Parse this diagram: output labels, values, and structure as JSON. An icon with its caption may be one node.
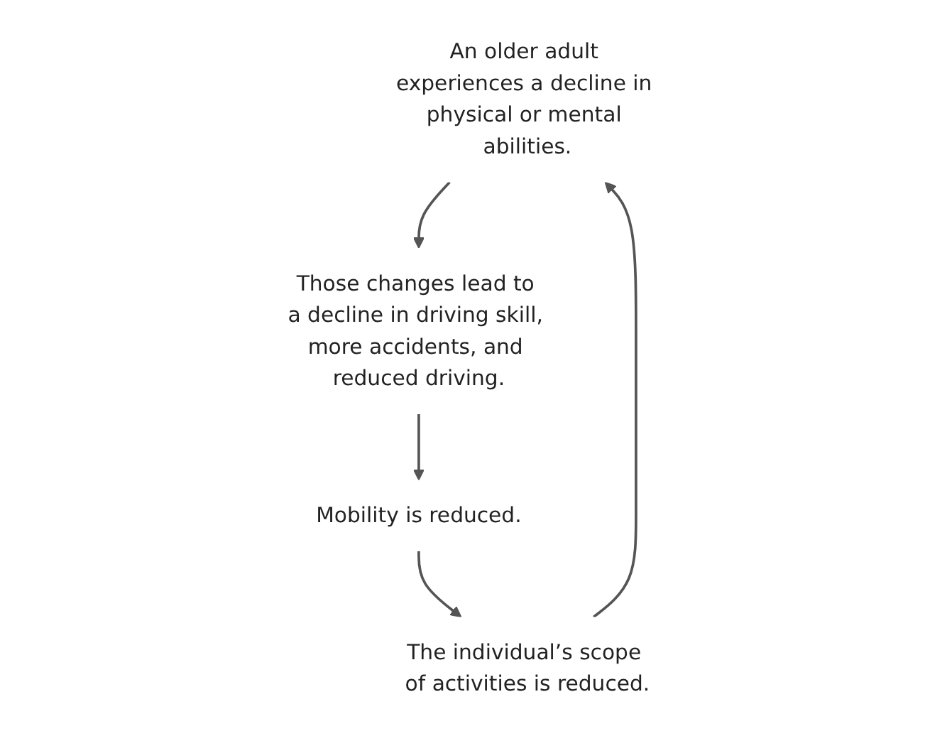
{
  "diagram": {
    "nodes": [
      {
        "text": [
          "An older adult experiences a decline in physical or mental abilities."
        ]
      },
      {
        "text": [
          "Those changes lead to a decline in driving skill, more accidents, and reduced driving."
        ]
      },
      {
        "text": [
          "Mobility is reduced."
        ]
      },
      {
        "text": [
          "The individual’s scope of activities is reduced."
        ]
      }
    ],
    "edges": [
      {
        "from": 0,
        "to": 1,
        "arrow": "to"
      },
      {
        "from": 1,
        "to": 2,
        "arrow": "to"
      },
      {
        "from": 2,
        "to": 3,
        "arrow": "to"
      },
      {
        "from": 3,
        "to": 0,
        "arrow": "to"
      }
    ]
  }
}
